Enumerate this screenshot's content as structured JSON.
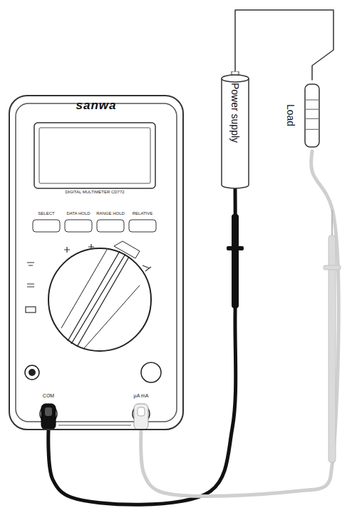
{
  "diagram": {
    "nodes": [
      {
        "text": [
          "Power supply"
        ]
      },
      {
        "text": [
          "Load"
        ]
      },
      {
        "text": [
          "sanwa"
        ]
      }
    ],
    "edges": [
      {
        "from": 0,
        "to": 1,
        "arrow": "none"
      },
      {
        "from": 0,
        "to": 2,
        "arrow": "none"
      },
      {
        "from": 1,
        "to": 2,
        "arrow": "none"
      }
    ],
    "labels": [
      "DIGITAL MULTIMETER CD772",
      "SELECT",
      "DATA HOLD",
      "RANGE HOLD",
      "RELATIVE",
      "COM",
      "μA mA"
    ]
  }
}
